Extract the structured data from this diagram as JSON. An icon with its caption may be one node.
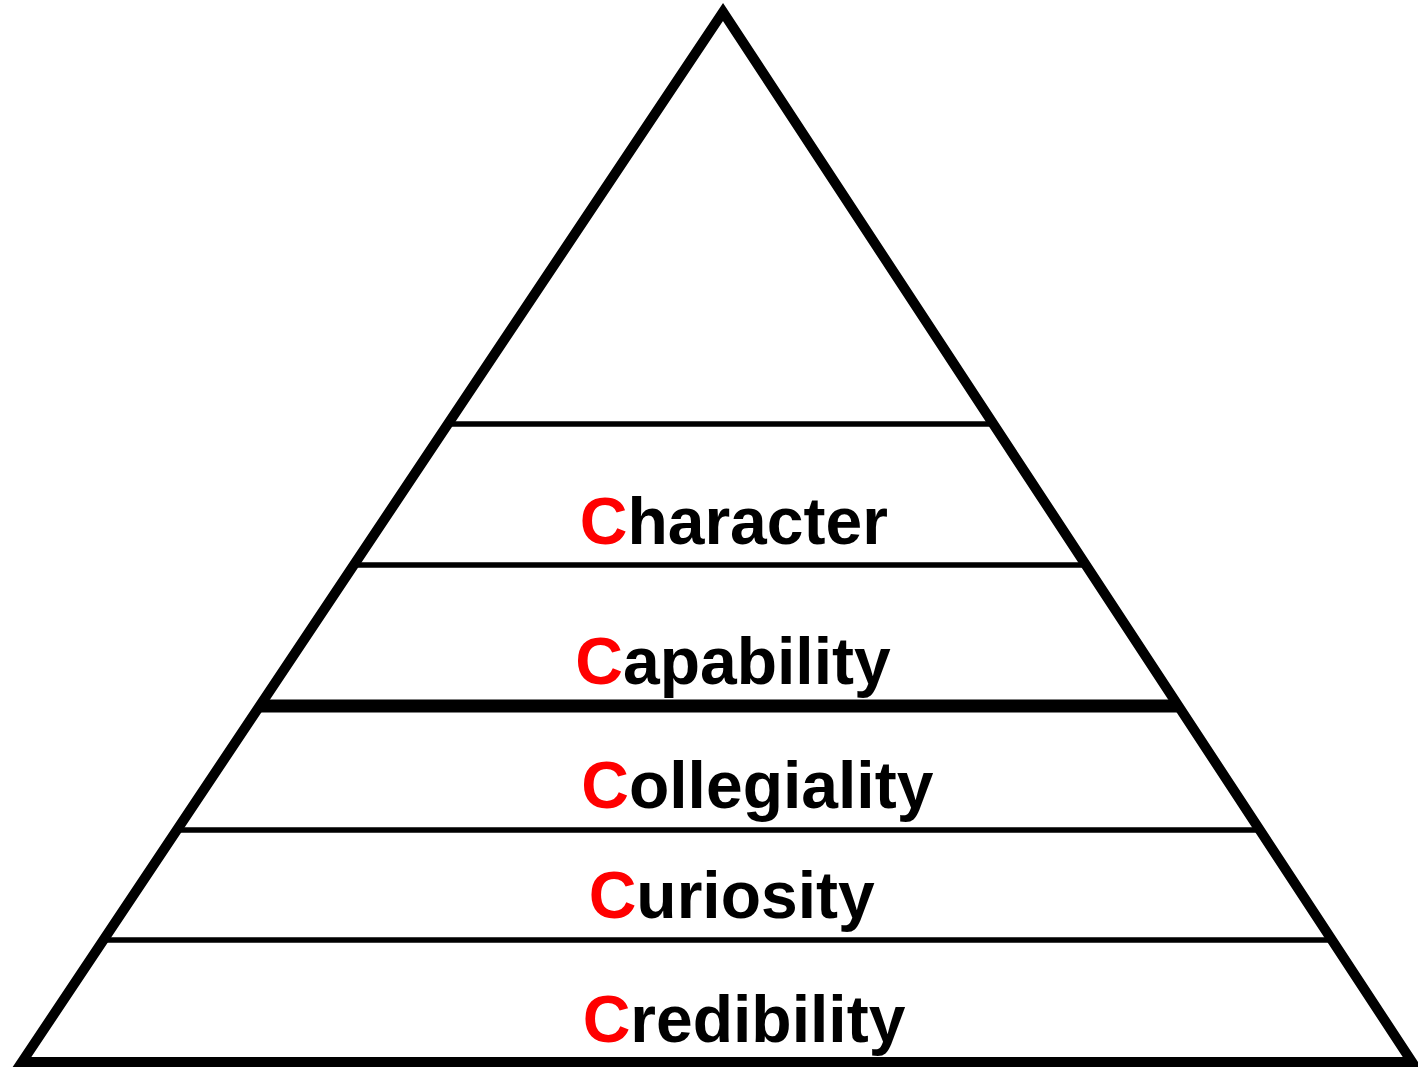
{
  "diagram": {
    "nodes": [
      {
        "text": [],
        "shape": "triangle"
      },
      {
        "text": [
          "Character"
        ]
      },
      {
        "text": [
          "Capability"
        ]
      },
      {
        "text": [
          "Collegiality"
        ]
      },
      {
        "text": [
          "Curiosity"
        ]
      },
      {
        "text": [
          "Credibility"
        ]
      }
    ],
    "edges": []
  }
}
